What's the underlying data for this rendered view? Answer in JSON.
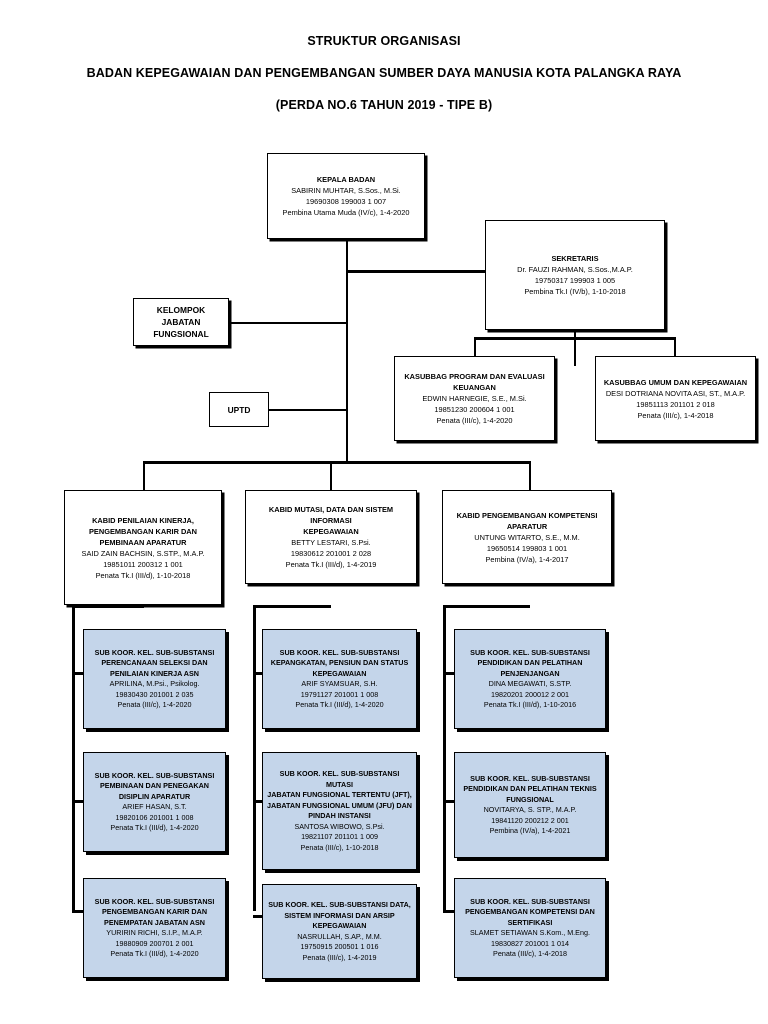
{
  "title": {
    "line1": "STRUKTUR ORGANISASI",
    "line2": "BADAN KEPEGAWAIAN DAN PENGEMBANGAN SUMBER DAYA MANUSIA KOTA PALANGKA RAYA",
    "line3": "(PERDA NO.6 TAHUN 2019 - TIPE B)"
  },
  "colors": {
    "box_fill": "#ffffff",
    "sub_fill": "#c4d5ea",
    "line": "#000000",
    "text": "#000000"
  },
  "nodes": {
    "kepala_badan": {
      "title": "KEPALA BADAN",
      "name": "SABIRIN MUHTAR, S.Sos., M.Si.",
      "nip": "19690308 199003 1 007",
      "rank": "Pembina Utama Muda (IV/c), 1-4-2020"
    },
    "sekretaris": {
      "title": "SEKRETARIS",
      "name": "Dr. FAUZI RAHMAN, S.Sos.,M.A.P.",
      "nip": "19750317 199903 1 005",
      "rank": "Pembina Tk.I (IV/b), 1-10-2018"
    },
    "kelompok_jabatan": {
      "title_a": "KELOMPOK JABATAN",
      "title_b": "FUNGSIONAL"
    },
    "uptd": {
      "title": "UPTD"
    },
    "kasubbag_program": {
      "title_a": "KASUBBAG PROGRAM DAN EVALUASI",
      "title_b": "KEUANGAN",
      "name": "EDWIN HARNEGIE, S.E., M.Si.",
      "nip": "19851230 200604 1 001",
      "rank": "Penata (III/c), 1-4-2020"
    },
    "kasubbag_umum": {
      "title_a": "KASUBBAG UMUM DAN KEPEGAWAIAN",
      "name": "DESI DOTRIANA NOVITA ASI, ST., M.A.P.",
      "nip": "19851113 201101 2 018",
      "rank": "Penata (III/c), 1-4-2018"
    },
    "kabid_1": {
      "title_a": "KABID PENILAIAN KINERJA,",
      "title_b": "PENGEMBANGAN KARIR DAN",
      "title_c": "PEMBINAAN APARATUR",
      "name": "SAID ZAIN BACHSIN, S.STP., M.A.P.",
      "nip": "19851011 200312 1 001",
      "rank": "Penata Tk.I (III/d), 1-10-2018"
    },
    "kabid_2": {
      "title_a": "KABID MUTASI, DATA DAN SISTEM INFORMASI",
      "title_b": "KEPEGAWAIAN",
      "name": "BETTY LESTARI, S.Psi.",
      "nip": "19830612 201001 2 028",
      "rank": "Penata Tk.I (III/d), 1-4-2019"
    },
    "kabid_3": {
      "title_a": "KABID PENGEMBANGAN KOMPETENSI",
      "title_b": "APARATUR",
      "name": "UNTUNG WITARTO, S.E., M.M.",
      "nip": "19650514 199803 1 001",
      "rank": "Pembina (IV/a), 1-4-2017"
    },
    "sub_1a": {
      "title_a": "SUB KOOR. KEL. SUB-SUBSTANSI",
      "title_b": "PERENCANAAN SELEKSI DAN",
      "title_c": "PENILAIAN KINERJA ASN",
      "name": "APRILINA, M.Psi., Psikolog.",
      "nip": "19830430 201001 2 035",
      "rank": "Penata (III/c), 1-4-2020"
    },
    "sub_1b": {
      "title_a": "SUB KOOR. KEL. SUB-SUBSTANSI",
      "title_b": "PEMBINAAN DAN PENEGAKAN",
      "title_c": "DISIPLIN APARATUR",
      "name": "ARIEF HASAN, S.T.",
      "nip": "19820106 201001 1 008",
      "rank": "Penata Tk.I (III/d), 1-4-2020"
    },
    "sub_1c": {
      "title_a": "SUB KOOR. KEL. SUB-SUBSTANSI",
      "title_b": "PENGEMBANGAN KARIR DAN",
      "title_c": "PENEMPATAN JABATAN ASN",
      "name": "YURIRIN RICHI, S.I.P., M.A.P.",
      "nip": "19880909 200701 2 001",
      "rank": "Penata Tk.I (III/d), 1-4-2020"
    },
    "sub_2a": {
      "title_a": "SUB KOOR. KEL. SUB-SUBSTANSI",
      "title_b": "KEPANGKATAN, PENSIUN DAN STATUS",
      "title_c": "KEPEGAWAIAN",
      "name": "ARIF SYAMSUAR, S.H.",
      "nip": "19791127 201001 1 008",
      "rank": "Penata Tk.I (III/d), 1-4-2020"
    },
    "sub_2b": {
      "title_a": "SUB KOOR. KEL. SUB-SUBSTANSI MUTASI",
      "title_b": "JABATAN FUNGSIONAL TERTENTU (JFT),",
      "title_c": "JABATAN FUNGSIONAL UMUM (JFU) DAN",
      "title_d": "PINDAH INSTANSI",
      "name": "SANTOSA WIBOWO, S.Psi.",
      "nip": "19821107 201101 1 009",
      "rank": "Penata (III/c), 1-10-2018"
    },
    "sub_2c": {
      "title_a": "SUB KOOR. KEL. SUB-SUBSTANSI DATA,",
      "title_b": "SISTEM INFORMASI DAN ARSIP",
      "title_c": "KEPEGAWAIAN",
      "name": "NASRULLAH, S.AP., M.M.",
      "nip": "19750915 200501 1 016",
      "rank": "Penata (III/c), 1-4-2019"
    },
    "sub_3a": {
      "title_a": "SUB KOOR. KEL. SUB-SUBSTANSI",
      "title_b": "PENDIDIKAN DAN PELATIHAN",
      "title_c": "PENJENJANGAN",
      "name": "DINA MEGAWATI, S.STP.",
      "nip": "19820201 200012 2 001",
      "rank": "Penata Tk.I  (III/d), 1-10-2016"
    },
    "sub_3b": {
      "title_a": "SUB KOOR. KEL. SUB-SUBSTANSI",
      "title_b": "PENDIDIKAN DAN PELATIHAN TEKNIS",
      "title_c": "FUNGSIONAL",
      "name": "NOVITARYA, S. STP., M.A.P.",
      "nip": "19841120 200212 2 001",
      "rank": "Pembina (IV/a), 1-4-2021"
    },
    "sub_3c": {
      "title_a": "SUB KOOR. KEL. SUB-SUBSTANSI",
      "title_b": "PENGEMBANGAN KOMPETENSI DAN",
      "title_c": "SERTIFIKASI",
      "name": "SLAMET SETIAWAN S.Kom., M.Eng.",
      "nip": "19830827 201001 1 014",
      "rank": "Penata (III/c), 1-4-2018"
    }
  }
}
